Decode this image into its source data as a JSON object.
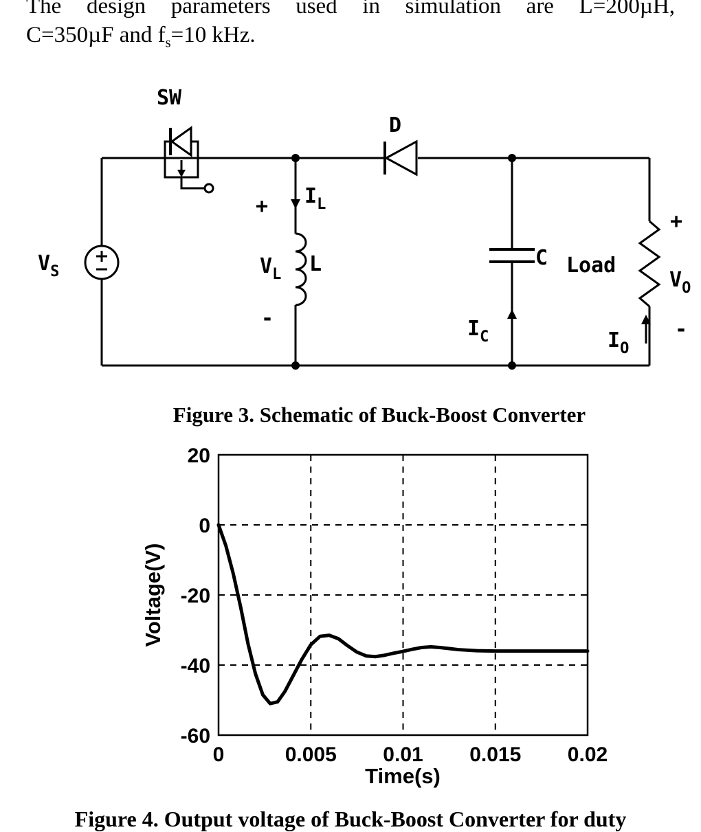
{
  "intro": {
    "line1": "The design parameters used in simulation are L=200µH,",
    "line2_pre": "C=350µF and f",
    "line2_sub": "s",
    "line2_post": "=10 kHz."
  },
  "figure3": {
    "caption": "Figure 3. Schematic of Buck-Boost Converter"
  },
  "figure4": {
    "caption": "Figure 4. Output voltage of Buck-Boost Converter for duty"
  },
  "schematic": {
    "switch_label": "SW",
    "diode_label": "D",
    "source_base": "V",
    "source_sub": "S",
    "inductor_label": "L",
    "inductor_voltage_base": "V",
    "inductor_voltage_sub": "L",
    "inductor_current_base": "I",
    "inductor_current_sub": "L",
    "capacitor_label": "C",
    "capacitor_current_base": "I",
    "capacitor_current_sub": "C",
    "load_label": "Load",
    "output_voltage_base": "V",
    "output_voltage_sub": "O",
    "output_current_base": "I",
    "output_current_sub": "O",
    "plus": "+",
    "minus": "-"
  },
  "chart_data": {
    "type": "line",
    "title": "",
    "xlabel": "Time(s)",
    "ylabel": "Voltage(V)",
    "xlim": [
      0,
      0.02
    ],
    "ylim": [
      -60,
      20
    ],
    "xticks": [
      0,
      0.005,
      0.01,
      0.015,
      0.02
    ],
    "yticks": [
      20,
      0,
      -20,
      -40,
      -60
    ],
    "grid": "dashed",
    "line_color": "#000000",
    "series": [
      {
        "name": "output voltage",
        "x": [
          0,
          0.0004,
          0.0008,
          0.0012,
          0.0016,
          0.002,
          0.0024,
          0.0028,
          0.0032,
          0.0036,
          0.004,
          0.0045,
          0.005,
          0.0055,
          0.006,
          0.0065,
          0.007,
          0.0075,
          0.008,
          0.0085,
          0.009,
          0.0095,
          0.01,
          0.0105,
          0.011,
          0.0115,
          0.012,
          0.0125,
          0.013,
          0.014,
          0.015,
          0.016,
          0.017,
          0.018,
          0.019,
          0.02
        ],
        "y": [
          0,
          -6,
          -14,
          -23.5,
          -34,
          -42.5,
          -48.5,
          -51,
          -50.5,
          -47.5,
          -43.5,
          -38.5,
          -34.2,
          -31.8,
          -31.5,
          -32.5,
          -34.5,
          -36.3,
          -37.4,
          -37.6,
          -37.2,
          -36.6,
          -36.1,
          -35.5,
          -35,
          -34.8,
          -35,
          -35.3,
          -35.6,
          -35.9,
          -36,
          -36,
          -36,
          -36,
          -36,
          -36
        ]
      }
    ]
  }
}
